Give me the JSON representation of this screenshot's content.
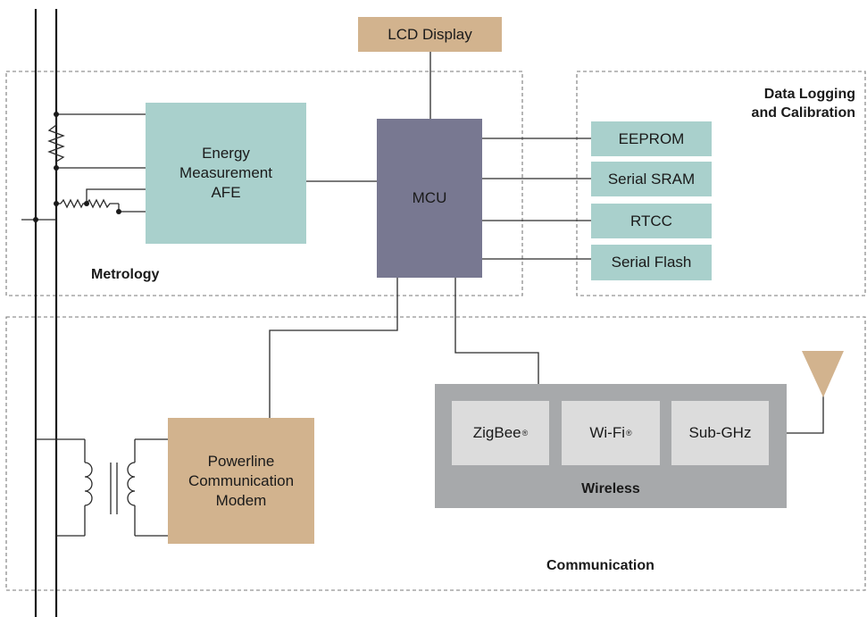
{
  "colors": {
    "lcd": "#d2b38e",
    "afe": "#a9d0cc",
    "mcu": "#787891",
    "memory": "#a9d0cc",
    "plc": "#d2b38e",
    "wireless_panel": "#a7a9ab",
    "wireless_chip": "#dcdcdc",
    "antenna": "#d2b38e"
  },
  "regions": {
    "metrology": "Metrology",
    "data_logging_line1": "Data Logging",
    "data_logging_line2": "and Calibration",
    "communication": "Communication"
  },
  "blocks": {
    "lcd": "LCD Display",
    "afe_line1": "Energy",
    "afe_line2": "Measurement",
    "afe_line3": "AFE",
    "mcu": "MCU",
    "eeprom": "EEPROM",
    "sram": "Serial SRAM",
    "rtcc": "RTCC",
    "flash": "Serial Flash",
    "plc_line1": "Powerline",
    "plc_line2": "Communication",
    "plc_line3": "Modem"
  },
  "wireless": {
    "title": "Wireless",
    "zigbee": "ZigBee",
    "wifi": "Wi-Fi",
    "registered": "®",
    "subghz": "Sub-GHz"
  }
}
